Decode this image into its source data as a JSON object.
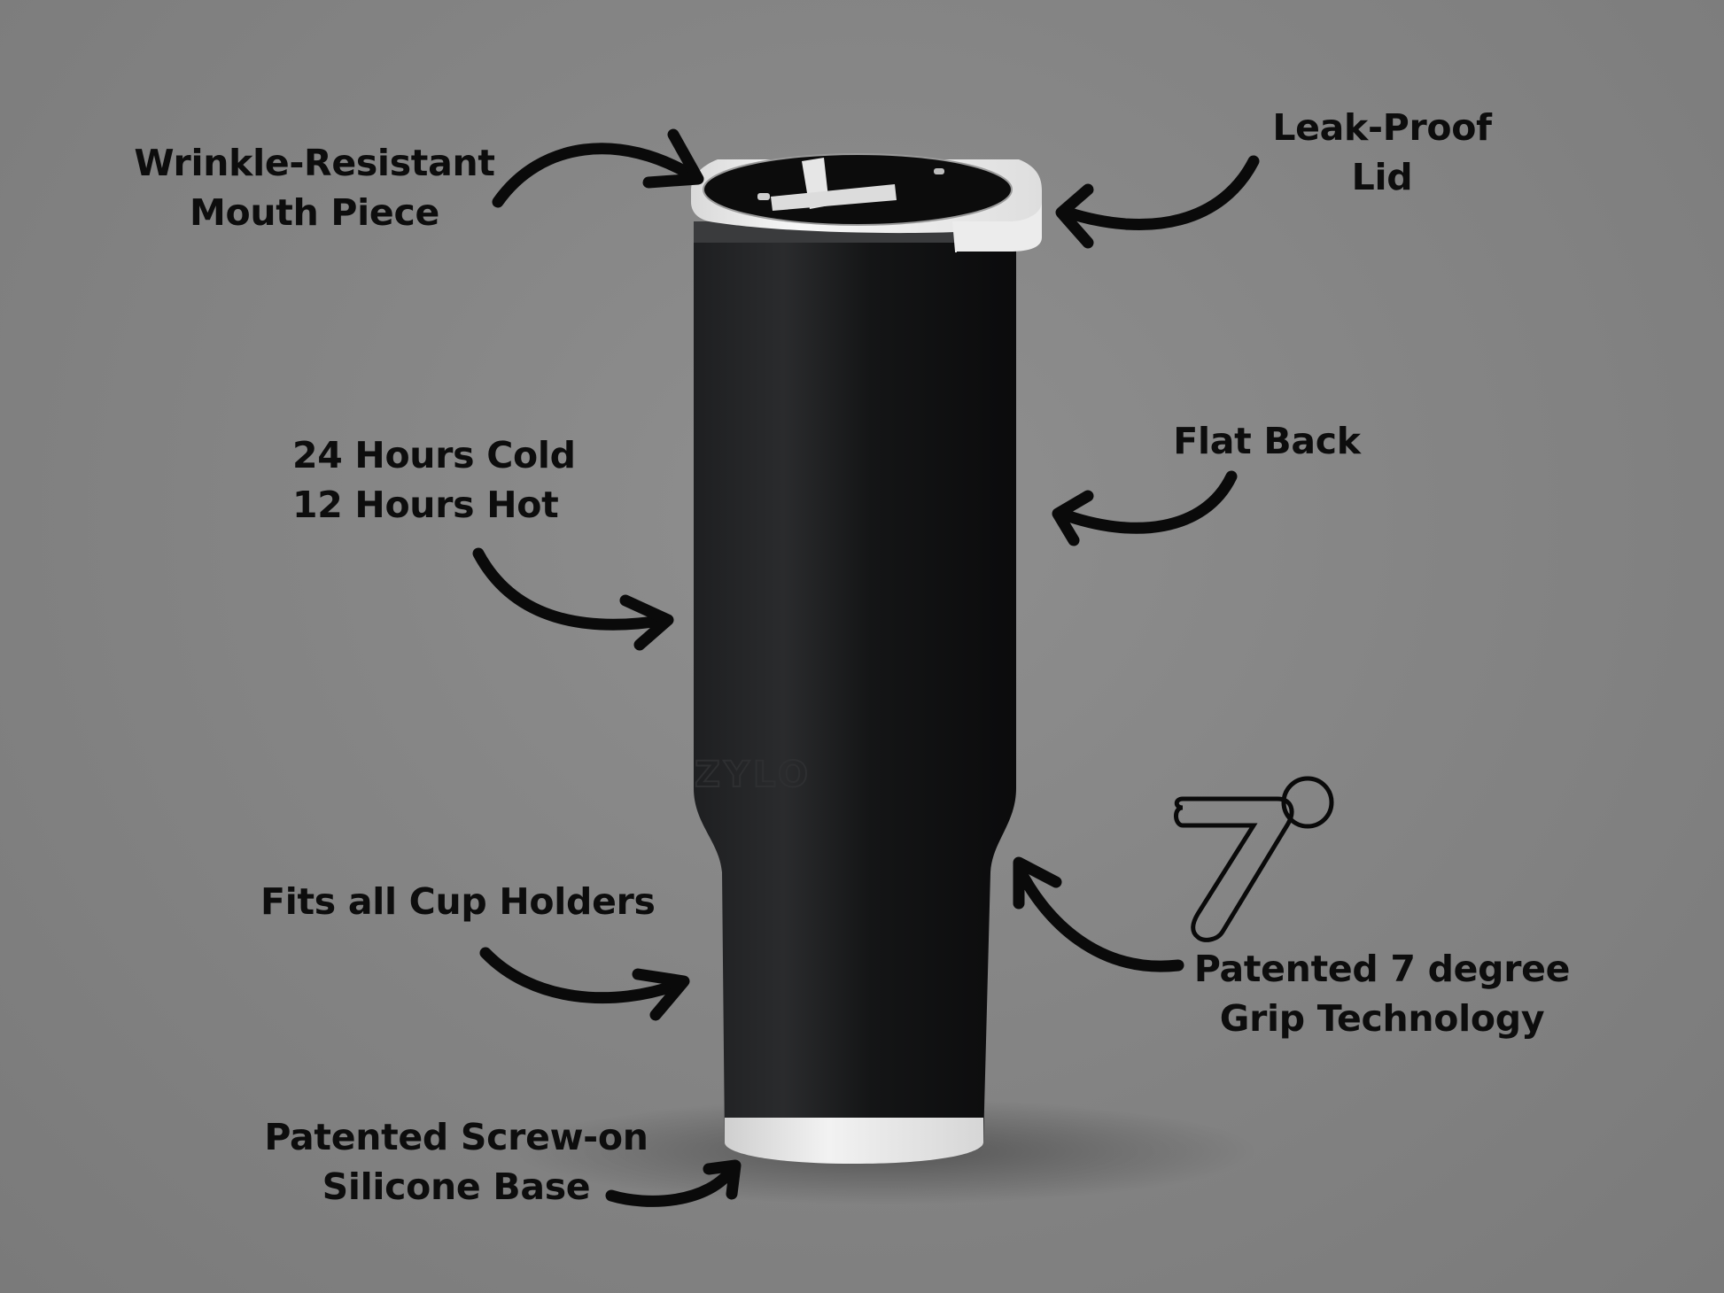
{
  "product": {
    "brand_emboss": "ZYLO",
    "colors": {
      "background": "#858585",
      "body": "#141414",
      "lid": "#f2f2f2",
      "lid_top": "#0c0c0c",
      "base": "#e9e9e9",
      "text": "#0d0d0d",
      "arrow": "#0a0a0a"
    }
  },
  "callouts": {
    "mouth_piece": {
      "line1": "Wrinkle-Resistant",
      "line2": "Mouth Piece"
    },
    "lid": {
      "line1": "Leak-Proof",
      "line2": "Lid"
    },
    "temperature": {
      "line1": "24 Hours Cold",
      "line2": "12 Hours Hot"
    },
    "flat_back": {
      "line1": "Flat Back"
    },
    "cup_holders": {
      "line1": "Fits all Cup Holders"
    },
    "grip": {
      "line1": "Patented 7 degree",
      "line2": "Grip Technology"
    },
    "base": {
      "line1": "Patented Screw-on",
      "line2": "Silicone Base"
    }
  },
  "grip_graphic": {
    "number": "7",
    "unit_icon": "degree-icon"
  }
}
